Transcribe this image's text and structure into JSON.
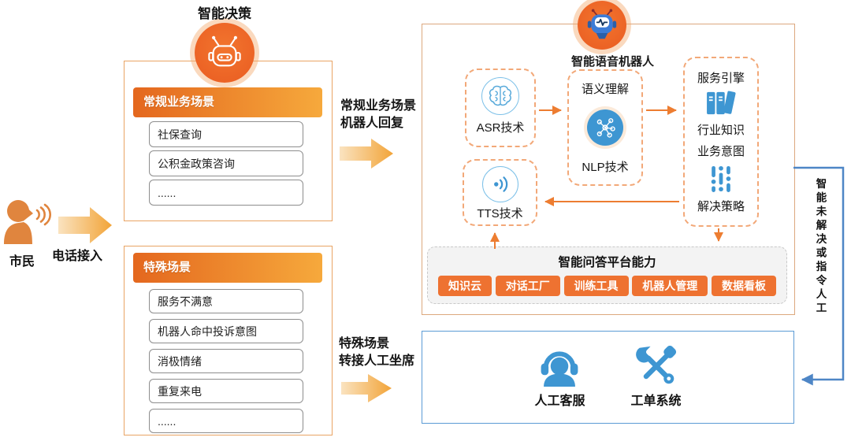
{
  "caller": {
    "label": "市民",
    "channel": "电话接入"
  },
  "decision": {
    "title": "智能决策",
    "regular": {
      "header": "常规业务场景",
      "items": [
        "社保查询",
        "公积金政策咨询",
        "......"
      ]
    },
    "special": {
      "header": "特殊场景",
      "items": [
        "服务不满意",
        "机器人命中投诉意图",
        "消极情绪",
        "重复来电",
        "......"
      ]
    }
  },
  "flows": {
    "regular": {
      "line1": "常规业务场景",
      "line2": "机器人回复"
    },
    "special": {
      "line1": "特殊场景",
      "line2": "转接人工坐席"
    }
  },
  "robot": {
    "title": "智能语音机器人",
    "asr": "ASR技术",
    "semantic": "语义理解",
    "nlp": "NLP技术",
    "tts": "TTS技术",
    "engine": {
      "service": "服务引擎",
      "knowledge": "行业知识",
      "intent": "业务意图",
      "strategy": "解决策略"
    },
    "platform": {
      "title": "智能问答平台能力",
      "chips": [
        "知识云",
        "对话工厂",
        "训练工具",
        "机器人管理",
        "数据看板"
      ]
    }
  },
  "manual": {
    "agent": "人工客服",
    "ticket": "工单系统"
  },
  "escalation": {
    "label": "智能未解决或指令人工"
  },
  "colors": {
    "accent": "#ED7D31",
    "orange_dark": "#E4671E",
    "orange_light": "#F6A93C",
    "box_border": "#E9A464",
    "dashed_border": "#F2A878",
    "blue_icon": "#3E96D2",
    "blue_line": "#4E86C6",
    "chip": "#EE7231",
    "platform_bg": "#F3F3F3",
    "manual_border": "#5B9BD5"
  }
}
